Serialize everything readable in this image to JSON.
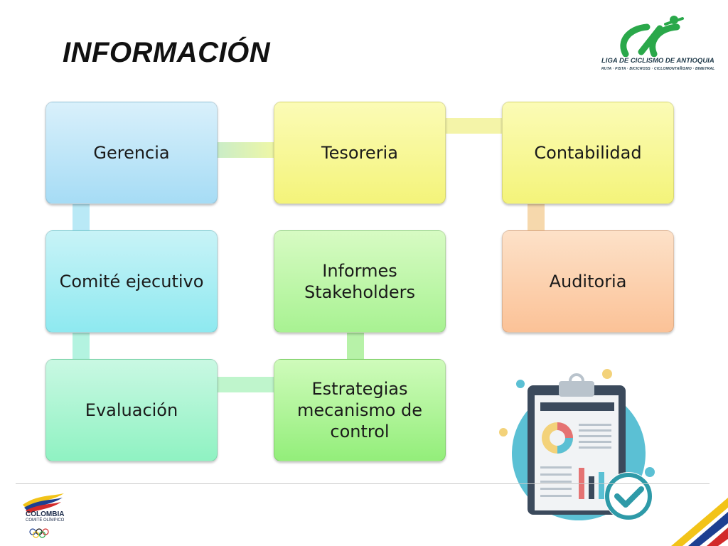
{
  "header": {
    "title": "INFORMACIÓN",
    "logo_name": "LIGA DE CICLISMO DE ANTIOQUIA",
    "logo_tagline": "RUTA · PISTA · BICICROSS · CICLOMONTAÑISMO · BIMETRAL"
  },
  "diagram": {
    "nodes": {
      "gerencia": "Gerencia",
      "tesoreria": "Tesoreria",
      "contabilidad": "Contabilidad",
      "comite": "Comité ejecutivo",
      "informes": "Informes Stakeholders",
      "auditoria": "Auditoria",
      "evaluacion": "Evaluación",
      "estrategias": "Estrategias mecanismo de control"
    }
  },
  "footer": {
    "org_name": "COLOMBIA",
    "org_sub": "COMITÉ OLÍMPICO"
  },
  "colors": {
    "blue": "#a6dcf5",
    "cyan": "#8ee9f0",
    "mint": "#8ff2c2",
    "yellow": "#f4f47a",
    "green": "#a8f292",
    "orange": "#fbc297",
    "logo_green": "#2aa84a"
  }
}
